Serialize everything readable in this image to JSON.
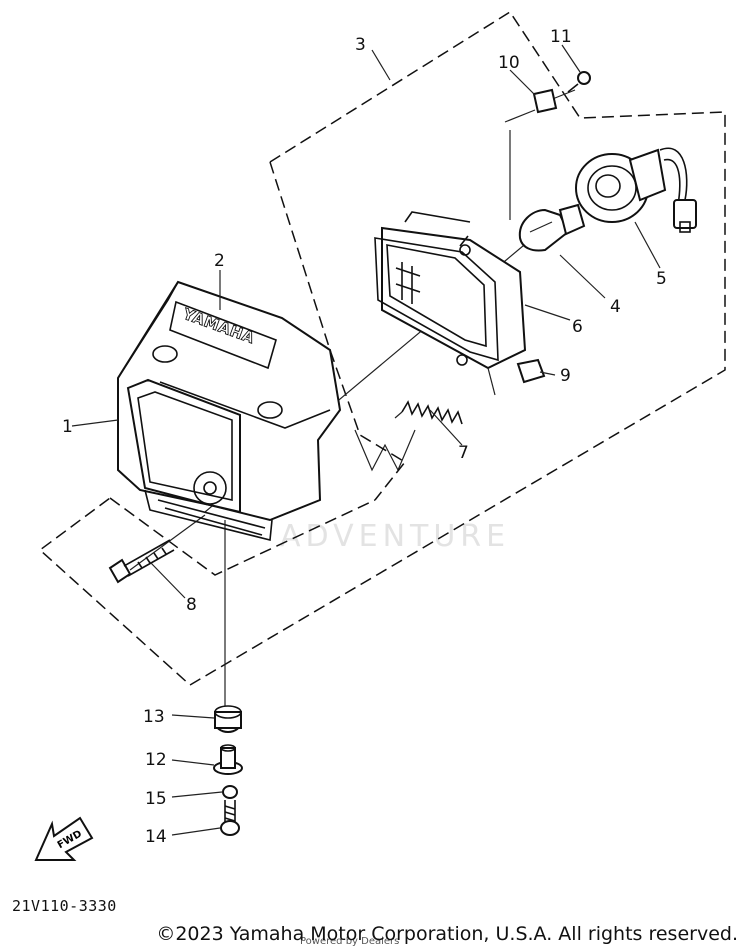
{
  "diagram_code": "21V110-3330",
  "copyright": "©2023 Yamaha Motor Corporation, U.S.A. All rights reserved.",
  "brand_label": "YAMAHA",
  "fwd_label": "FWD",
  "watermark": {
    "text": "ADVENTURE",
    "sub": "Powered by Dealers"
  },
  "callouts": [
    {
      "id": "1",
      "label": "1"
    },
    {
      "id": "2",
      "label": "2"
    },
    {
      "id": "3",
      "label": "3"
    },
    {
      "id": "4",
      "label": "4"
    },
    {
      "id": "5",
      "label": "5"
    },
    {
      "id": "6",
      "label": "6"
    },
    {
      "id": "7",
      "label": "7"
    },
    {
      "id": "8",
      "label": "8"
    },
    {
      "id": "9",
      "label": "9"
    },
    {
      "id": "10",
      "label": "10"
    },
    {
      "id": "11",
      "label": "11"
    },
    {
      "id": "12",
      "label": "12"
    },
    {
      "id": "13",
      "label": "13"
    },
    {
      "id": "14",
      "label": "14"
    },
    {
      "id": "15",
      "label": "15"
    }
  ]
}
